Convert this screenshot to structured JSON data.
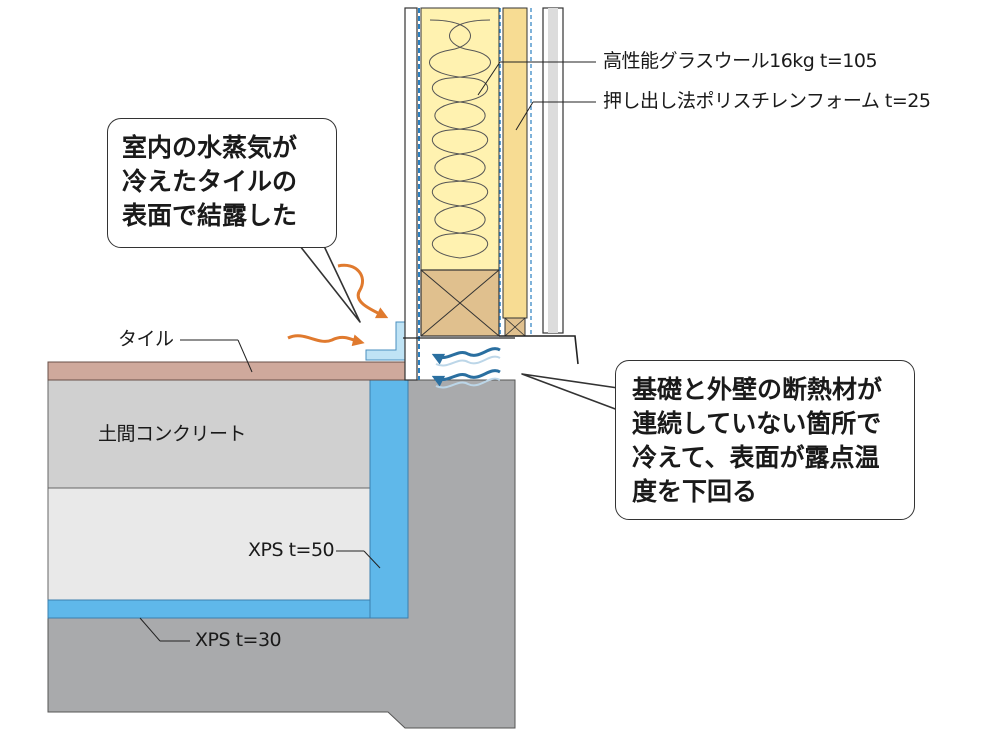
{
  "labels": {
    "glass_wool": "高性能グラスウール16kg t=105",
    "xps_wall": "押し出し法ポリスチレンフォーム t=25",
    "tile": "タイル",
    "concrete": "土間コンクリート",
    "xps50": "XPS t=50",
    "xps30": "XPS t=30"
  },
  "callout_left": {
    "lines": [
      "室内の水蒸気が",
      "冷えたタイルの",
      "表面で結露した"
    ]
  },
  "callout_right": {
    "lines": [
      "基礎と外壁の断熱材が",
      "連続していない箇所で",
      "冷えて、表面が露点温",
      "度を下回る"
    ]
  },
  "colors": {
    "concrete_dark": "#a9aaac",
    "concrete_light": "#d0d0d0",
    "concrete_fill": "#e9e9e9",
    "tile": "#cfa99c",
    "xps": "#5fb8ea",
    "insulation": "#fff2b0",
    "wood": "#e0c08e",
    "condensation_arrow": "#e07a2e",
    "cold_air_arrow": "#2a6fa0"
  }
}
